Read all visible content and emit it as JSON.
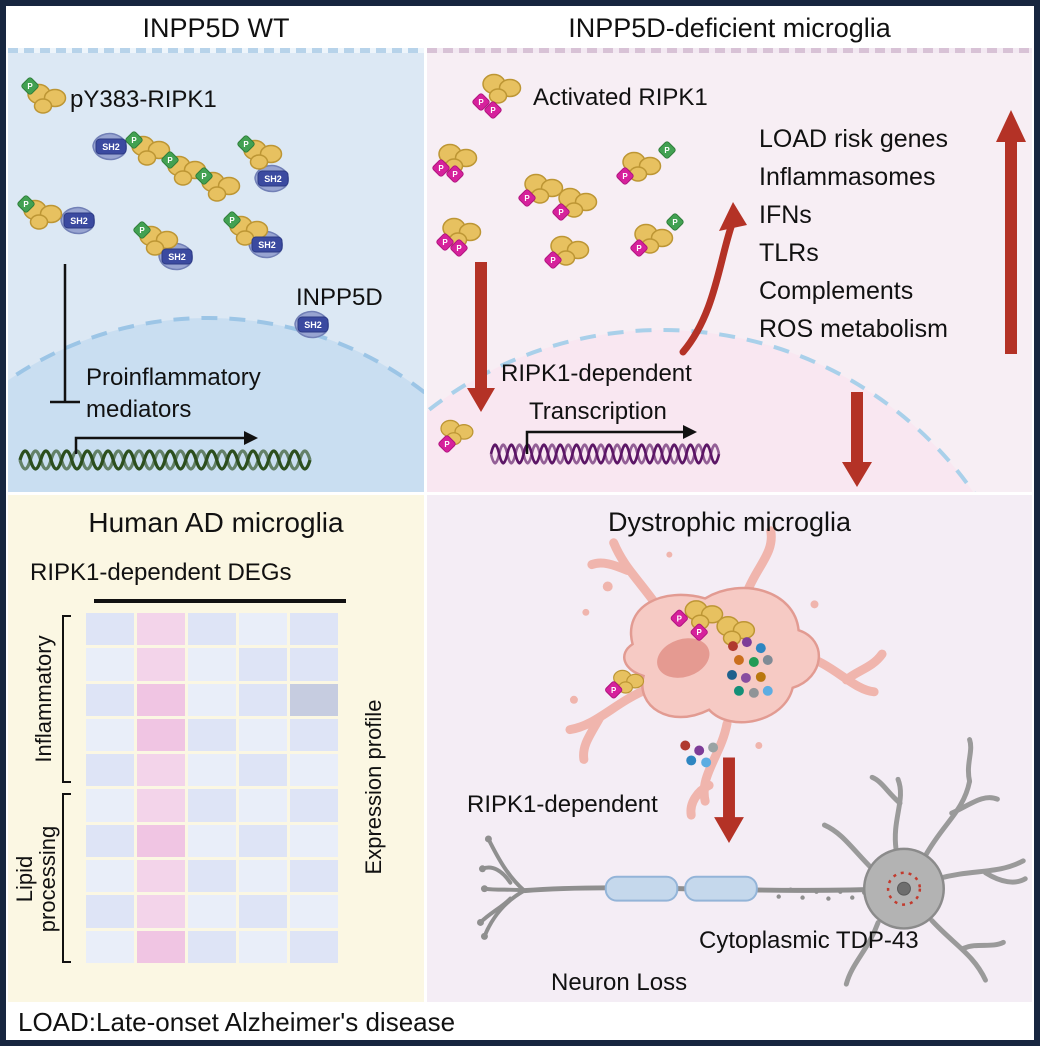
{
  "colors": {
    "frame_border": "#17263f",
    "accent_red": "#b43226",
    "wt_bg": "#dce8f4",
    "deficient_bg": "#f7eef4",
    "human_ad_bg": "#fbf7e3",
    "dystrophic_bg": "#f4edf5",
    "ripk1_yellow": "#e7c160",
    "sh2_blue": "#98a4d1",
    "phospho_magenta": "#d6219c",
    "phospho_green": "#42a152"
  },
  "icons": {
    "p": "P",
    "sh2": "SH2"
  },
  "panels": {
    "wt": {
      "title": "INPP5D WT",
      "protein_label": "pY383-RIPK1",
      "inpp5d_label": "INPP5D",
      "mediators_line1": "Proinflammatory",
      "mediators_line2": "mediators"
    },
    "deficient": {
      "title": "INPP5D-deficient microglia",
      "protein_label": "Activated RIPK1",
      "transcription_line1": "RIPK1-dependent",
      "transcription_line2": "Transcription",
      "gene_list": [
        "LOAD risk genes",
        "Inflammasomes",
        "IFNs",
        "TLRs",
        "Complements",
        "ROS metabolism"
      ]
    },
    "human_ad": {
      "title": "Human AD microglia",
      "heatmap_title": "RIPK1-dependent DEGs",
      "row_group_inflammatory": "Inflammatory",
      "row_group_lipid": "Lipid processing",
      "expression_label": "Expression profile",
      "heatmap": {
        "palette": {
          "b": "#dee4f6",
          "l": "#e9eef9",
          "p": "#f3d4ea",
          "P": "#f0c5e3",
          "d": "#c6cce0"
        },
        "cells": [
          [
            "b",
            "p",
            "b",
            "l",
            "b"
          ],
          [
            "l",
            "p",
            "l",
            "b",
            "b"
          ],
          [
            "b",
            "P",
            "l",
            "b",
            "d"
          ],
          [
            "l",
            "P",
            "b",
            "l",
            "b"
          ],
          [
            "b",
            "p",
            "l",
            "b",
            "l"
          ],
          [
            "l",
            "p",
            "b",
            "l",
            "b"
          ],
          [
            "b",
            "P",
            "l",
            "b",
            "l"
          ],
          [
            "l",
            "p",
            "b",
            "l",
            "b"
          ],
          [
            "b",
            "p",
            "l",
            "b",
            "l"
          ],
          [
            "l",
            "P",
            "b",
            "l",
            "b"
          ]
        ]
      }
    },
    "dystrophic": {
      "title": "Dystrophic microglia",
      "ripk1_label": "RIPK1-dependent",
      "tdp43_label": "Cytoplasmic TDP-43",
      "neuron_loss_label": "Neuron Loss"
    }
  },
  "footer": {
    "text": "LOAD:Late-onset Alzheimer's disease"
  }
}
